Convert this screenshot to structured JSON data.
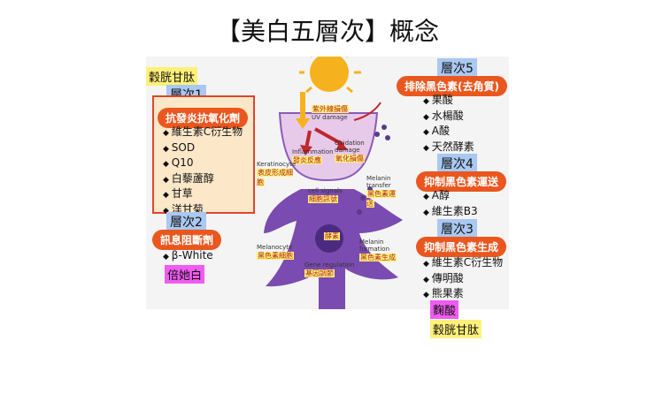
{
  "title": "【美白五層次】概念",
  "top_left_label": "穀胱甘肽",
  "levels": [
    {
      "tag": "層次1",
      "heading": "抗發炎抗氧化劑",
      "items": [
        "維生素C衍生物",
        "SOD",
        "Q10",
        "白藜蘆醇",
        "甘草",
        "洋甘菊"
      ]
    },
    {
      "tag": "層次2",
      "heading": "訊息阻斷劑",
      "items": [
        "β-White"
      ],
      "extra": "倍她白"
    },
    {
      "tag": "層次3",
      "heading": "抑制黑色素生成",
      "items": [
        "維生素C衍生物",
        "傳明酸",
        "熊果素"
      ],
      "extra": "麴酸",
      "extra2": "穀胱甘肽"
    },
    {
      "tag": "層次4",
      "heading": "抑制黑色素運送",
      "items": [
        "A醇",
        "維生素B3"
      ]
    },
    {
      "tag": "層次5",
      "heading": "排除黑色素(去角質)",
      "items": [
        "果酸",
        "水楊酸",
        "A酸",
        "天然酵素"
      ]
    }
  ],
  "diagram": {
    "uv": "UV damage",
    "uv_tag": "紫外線損傷",
    "inflammation": "Inflammation",
    "inflammation_tag": "發炎反應",
    "oxidation": "Oxidation damage",
    "oxidation_tag": "氧化損傷",
    "keratinocyte": "Keratinocyte",
    "keratinocyte_tag": "表皮形成細胞",
    "cell_signals": "cell signals",
    "cell_signals_tag": "細胞訊號",
    "melanin_transfer": "Melanin transfer",
    "melanin_transfer_tag": "黑色素運送",
    "melanocyte": "Melanocyte",
    "melanocyte_tag": "黑色素細胞",
    "melanin_formation": "Melanin formation",
    "melanin_formation_tag": "黑色素生成",
    "gene_regulation": "Gene regulation",
    "gene_regulation_tag": "基因調節",
    "nucleus_tag": "酵素"
  },
  "colors": {
    "accent": "#e9571f",
    "highlight": "#fff07a",
    "level_tag": "#a9c8f2",
    "pink": "#f05bf0",
    "cell": "#7a4bb0"
  }
}
